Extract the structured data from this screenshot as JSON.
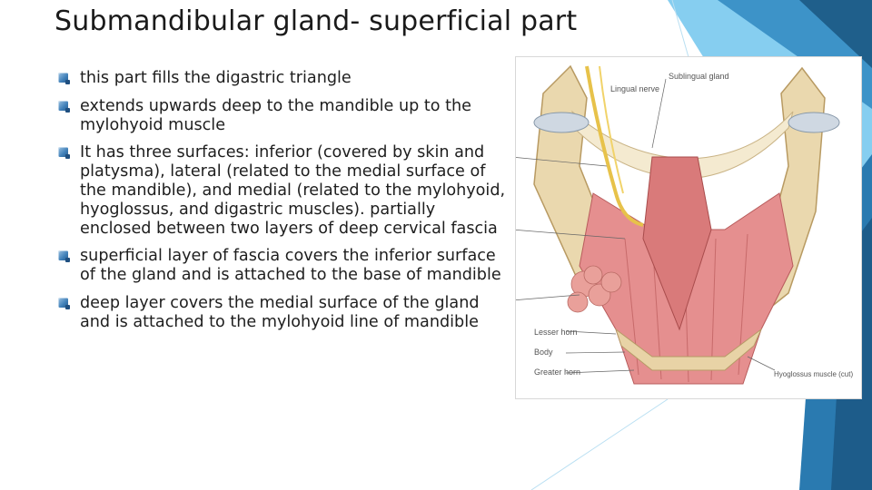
{
  "slide": {
    "title": "Submandibular gland- superficial part",
    "bullets": [
      "this part fills the digastric triangle",
      "extends upwards deep to the mandible up to the mylohyoid muscle",
      "It has three surfaces: inferior (covered by skin and platysma), lateral (related to the medial surface of the mandible), and medial (related to the mylohyoid, hyoglossus, and digastric muscles). partially enclosed between two layers of deep cervical fascia",
      "superficial layer of fascia covers the inferior surface of the gland and is attached to the base of mandible",
      "deep layer covers the medial surface of the gland and is attached to the mylohyoid line of mandible"
    ]
  },
  "figure": {
    "labels": {
      "sublingual_gland": "Sublingual gland",
      "lingual_nerve": "Lingual nerve",
      "lesser_horn": "Lesser horn",
      "body": "Body",
      "greater_horn": "Greater horn",
      "hyoglossus": "Hyoglossus muscle (cut)"
    }
  },
  "colors": {
    "accent_dark": "#1f5f8b",
    "accent_mid": "#2e86c1",
    "accent_light": "#7fc4e8",
    "muscle": "#e08a8a",
    "bone": "#e9d8b0"
  }
}
